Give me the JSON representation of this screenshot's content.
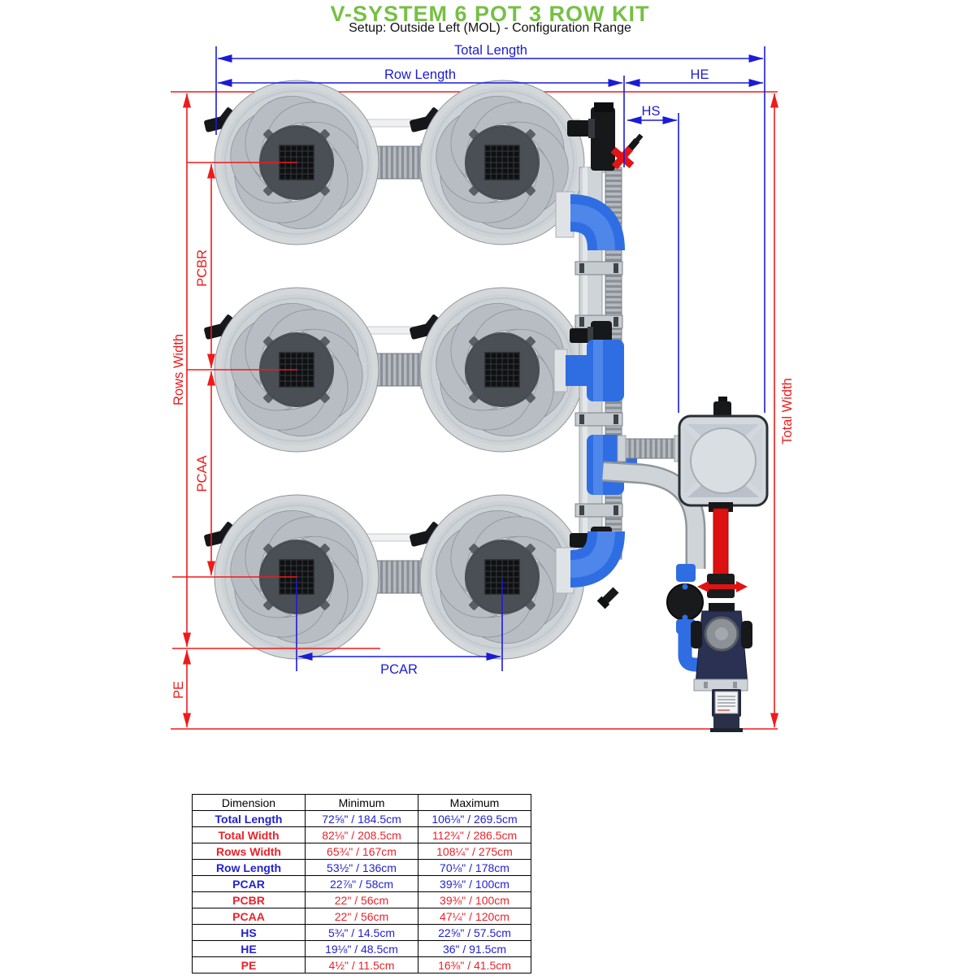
{
  "title": "V-SYSTEM 6 POT 3 ROW KIT",
  "subtitle": "Setup: Outside Left (MOL) - Configuration Range",
  "colors": {
    "title_green": "#76c043",
    "dimension_blue": "#1b1bd7",
    "dimension_red": "#ee1b1b",
    "table_blue": "#2222d0",
    "table_red": "#e8232b",
    "pipe_blue": "#2f6de2",
    "pipe_red": "#dd1111"
  },
  "diagram": {
    "labels": {
      "total_length": "Total Length",
      "row_length": "Row Length",
      "he": "HE",
      "hs": "HS",
      "pcbr": "PCBR",
      "pcaa": "PCAA",
      "pcar": "PCAR",
      "rows_width": "Rows Width",
      "pe": "PE",
      "total_width": "Total Width"
    }
  },
  "table": {
    "headers": [
      "Dimension",
      "Minimum",
      "Maximum"
    ],
    "rows": [
      {
        "dimension": "Total Length",
        "minimum": "72⅝\" / 184.5cm",
        "maximum": "106⅛\" / 269.5cm",
        "color": "blue"
      },
      {
        "dimension": "Total Width",
        "minimum": "82⅛\" / 208.5cm",
        "maximum": "112¾\" / 286.5cm",
        "color": "red"
      },
      {
        "dimension": "Rows Width",
        "minimum": "65¾\" / 167cm",
        "maximum": "108¼\" / 275cm",
        "color": "red"
      },
      {
        "dimension": "Row Length",
        "minimum": "53½\" / 136cm",
        "maximum": "70⅛\" / 178cm",
        "color": "blue"
      },
      {
        "dimension": "PCAR",
        "minimum": "22⅞\" / 58cm",
        "maximum": "39⅜\" / 100cm",
        "color": "blue"
      },
      {
        "dimension": "PCBR",
        "minimum": "22\" / 56cm",
        "maximum": "39⅜\" / 100cm",
        "color": "red"
      },
      {
        "dimension": "PCAA",
        "minimum": "22\" / 56cm",
        "maximum": "47¼\" / 120cm",
        "color": "red"
      },
      {
        "dimension": "HS",
        "minimum": "5¾\" / 14.5cm",
        "maximum": "22⅝\" / 57.5cm",
        "color": "blue"
      },
      {
        "dimension": "HE",
        "minimum": "19⅛\" / 48.5cm",
        "maximum": "36\" / 91.5cm",
        "color": "blue"
      },
      {
        "dimension": "PE",
        "minimum": "4½\" / 11.5cm",
        "maximum": "16⅜\" / 41.5cm",
        "color": "red"
      }
    ]
  }
}
